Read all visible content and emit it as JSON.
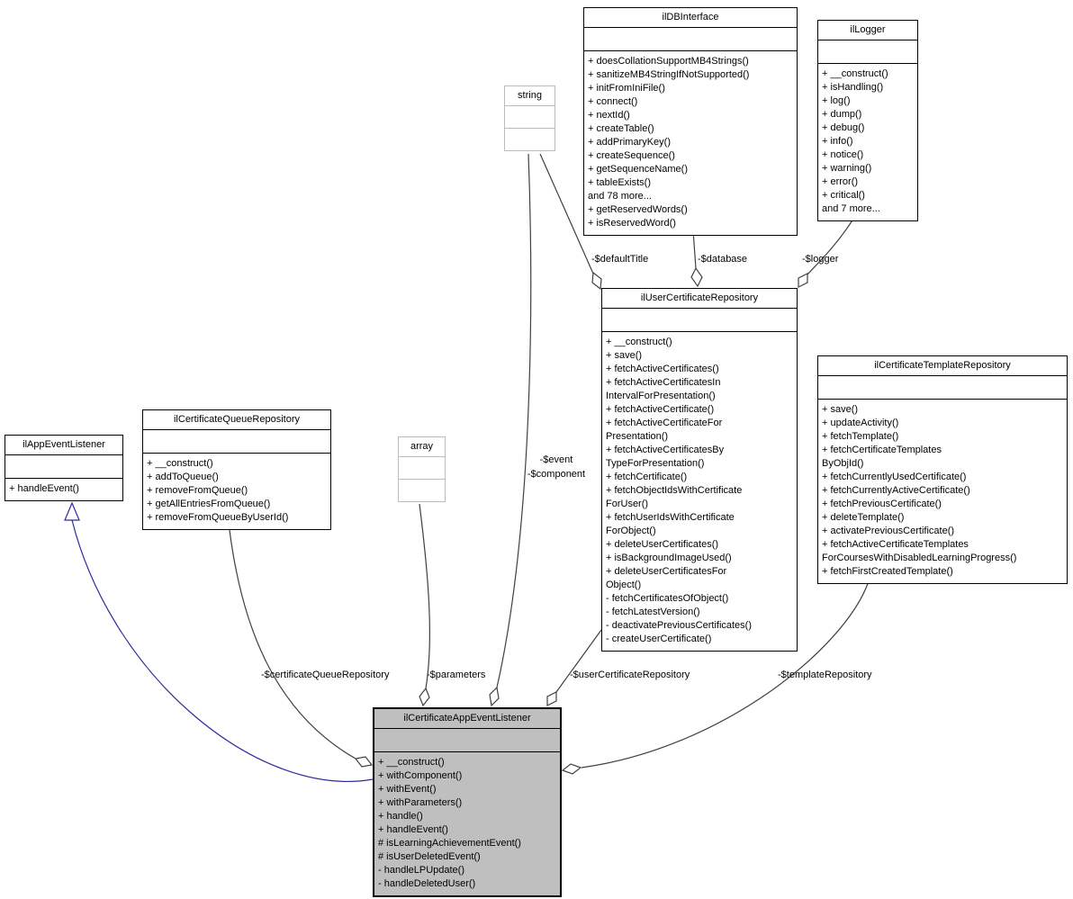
{
  "colors": {
    "edge": "#404040",
    "inheritance_edge": "#2b2ba0",
    "highlight_fill": "#bfbfbf",
    "node_border": "#000000",
    "external_border": "#bcbcbc",
    "background": "#ffffff"
  },
  "nodes": {
    "ilDBInterface": {
      "title": "ilDBInterface",
      "methods": [
        "+ doesCollationSupportMB4Strings()",
        "+ sanitizeMB4StringIfNotSupported()",
        "+ initFromIniFile()",
        "+ connect()",
        "+ nextId()",
        "+ createTable()",
        "+ addPrimaryKey()",
        "+ createSequence()",
        "+ getSequenceName()",
        "+ tableExists()",
        "and 78 more...",
        "+ getReservedWords()",
        "+ isReservedWord()"
      ]
    },
    "ilLogger": {
      "title": "ilLogger",
      "methods": [
        "+ __construct()",
        "+ isHandling()",
        "+ log()",
        "+ dump()",
        "+ debug()",
        "+ info()",
        "+ notice()",
        "+ warning()",
        "+ error()",
        "+ critical()",
        "and 7 more..."
      ]
    },
    "string": {
      "title": "string",
      "methods": []
    },
    "array": {
      "title": "array",
      "methods": []
    },
    "ilUserCertificateRepository": {
      "title": "ilUserCertificateRepository",
      "methods": [
        "+ __construct()",
        "+ save()",
        "+ fetchActiveCertificates()",
        "+ fetchActiveCertificatesIn",
        "IntervalForPresentation()",
        "+ fetchActiveCertificate()",
        "+ fetchActiveCertificateFor",
        "Presentation()",
        "+ fetchActiveCertificatesBy",
        "TypeForPresentation()",
        "+ fetchCertificate()",
        "+ fetchObjectIdsWithCertificate",
        "ForUser()",
        "+ fetchUserIdsWithCertificate",
        "ForObject()",
        "+ deleteUserCertificates()",
        "+ isBackgroundImageUsed()",
        "+ deleteUserCertificatesFor",
        "Object()",
        "- fetchCertificatesOfObject()",
        "- fetchLatestVersion()",
        "- deactivatePreviousCertificates()",
        "- createUserCertificate()"
      ]
    },
    "ilCertificateTemplateRepository": {
      "title": "ilCertificateTemplateRepository",
      "methods": [
        "+ save()",
        "+ updateActivity()",
        "+ fetchTemplate()",
        "+ fetchCertificateTemplates",
        "ByObjId()",
        "+ fetchCurrentlyUsedCertificate()",
        "+ fetchCurrentlyActiveCertificate()",
        "+ fetchPreviousCertificate()",
        "+ deleteTemplate()",
        "+ activatePreviousCertificate()",
        "+ fetchActiveCertificateTemplates",
        "ForCoursesWithDisabledLearningProgress()",
        "+ fetchFirstCreatedTemplate()"
      ]
    },
    "ilCertificateQueueRepository": {
      "title": "ilCertificateQueueRepository",
      "methods": [
        "+ __construct()",
        "+ addToQueue()",
        "+ removeFromQueue()",
        "+ getAllEntriesFromQueue()",
        "+ removeFromQueueByUserId()"
      ]
    },
    "ilAppEventListener": {
      "title": "ilAppEventListener",
      "methods": [
        "+ handleEvent()"
      ]
    },
    "ilCertificateAppEventListener": {
      "title": "ilCertificateAppEventListener",
      "methods": [
        "+ __construct()",
        "+ withComponent()",
        "+ withEvent()",
        "+ withParameters()",
        "+ handle()",
        "+ handleEvent()",
        "# isLearningAchievementEvent()",
        "# isUserDeletedEvent()",
        "- handleLPUpdate()",
        "- handleDeletedUser()"
      ]
    }
  },
  "edges": [
    {
      "label": "-$defaultTitle",
      "from": "string",
      "to": "ilUserCertificateRepository",
      "type": "aggregation"
    },
    {
      "label": "-$database",
      "from": "ilDBInterface",
      "to": "ilUserCertificateRepository",
      "type": "aggregation"
    },
    {
      "label": "-$logger",
      "from": "ilLogger",
      "to": "ilUserCertificateRepository",
      "type": "aggregation"
    },
    {
      "labels": [
        "-$event",
        "-$component"
      ],
      "from": "string",
      "to": "ilCertificateAppEventListener",
      "type": "aggregation"
    },
    {
      "label": "-$parameters",
      "from": "array",
      "to": "ilCertificateAppEventListener",
      "type": "aggregation"
    },
    {
      "label": "-$certificateQueueRepository",
      "from": "ilCertificateQueueRepository",
      "to": "ilCertificateAppEventListener",
      "type": "aggregation"
    },
    {
      "label": "-$userCertificateRepository",
      "from": "ilUserCertificateRepository",
      "to": "ilCertificateAppEventListener",
      "type": "aggregation"
    },
    {
      "label": "-$templateRepository",
      "from": "ilCertificateTemplateRepository",
      "to": "ilCertificateAppEventListener",
      "type": "aggregation"
    },
    {
      "label": "",
      "from": "ilCertificateAppEventListener",
      "to": "ilAppEventListener",
      "type": "inheritance"
    }
  ]
}
